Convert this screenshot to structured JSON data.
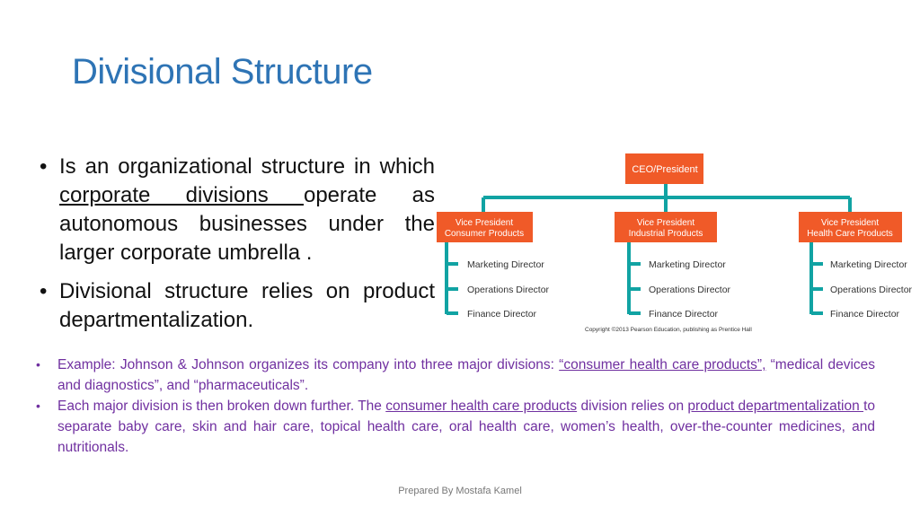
{
  "title": "Divisional Structure",
  "bullets": {
    "b1_pre": "Is an organizational structure in which ",
    "b1_link": "corporate divisions ",
    "b1_post": "operate as autonomous businesses under the larger corporate umbrella .",
    "b2": "Divisional structure relies on product departmentalization."
  },
  "org_chart": {
    "ceo": "CEO/President",
    "vps": [
      {
        "line1": "Vice President",
        "line2": "Consumer Products"
      },
      {
        "line1": "Vice President",
        "line2": "Industrial Products"
      },
      {
        "line1": "Vice President",
        "line2": "Health Care Products"
      }
    ],
    "directors": [
      "Marketing Director",
      "Operations Director",
      "Finance Director"
    ],
    "copyright": "Copyright ©2013 Pearson Education, publishing as Prentice Hall",
    "colors": {
      "box": "#f05a28",
      "line": "#11a3a3",
      "box_text": "#ffffff",
      "label": "#333333"
    }
  },
  "examples": {
    "e1_pre": "Example: Johnson & Johnson organizes its company into three major divisions: ",
    "e1_link": "“consumer health care products”,",
    "e1_post": " “medical devices and diagnostics”, and “pharmaceuticals”.",
    "e2_pre": "Each major division is then broken down further. The ",
    "e2_link1": "consumer health care products",
    "e2_mid": " division relies on ",
    "e2_link2": "product departmentalization ",
    "e2_post": "to separate baby care, skin and hair care, topical health care, oral health care, women’s health, over-the-counter medicines, and nutritionals."
  },
  "footer": "Prepared By Mostafa Kamel"
}
